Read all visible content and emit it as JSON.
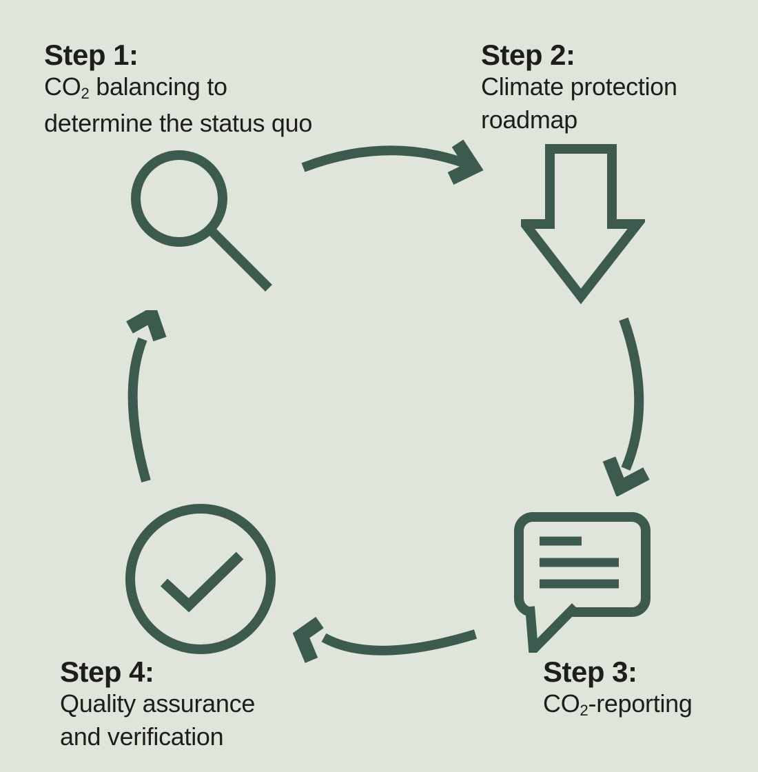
{
  "colors": {
    "background": "#dfe5da",
    "stroke": "#3c5a4d",
    "text": "#1d1d1b"
  },
  "diagram_type": "four-step-cycle",
  "steps": [
    {
      "heading": "Step 1:",
      "line1_prefix": "CO",
      "line1_sub": "2",
      "line1_rest": " balancing to",
      "line2": "determine the status quo",
      "icon": "magnifying-glass-icon"
    },
    {
      "heading": "Step 2:",
      "line1": "Climate protection",
      "line2": "roadmap",
      "icon": "block-arrow-down-icon"
    },
    {
      "heading": "Step 3:",
      "line1_prefix": "CO",
      "line1_sub": "2",
      "line1_rest": "-reporting",
      "icon": "speech-bubble-icon"
    },
    {
      "heading": "Step 4:",
      "line1": "Quality assurance",
      "line2": "and verification",
      "icon": "check-circle-icon"
    }
  ],
  "connectors": [
    {
      "from": "step-1",
      "to": "step-2",
      "direction": "right"
    },
    {
      "from": "step-2",
      "to": "step-3",
      "direction": "down"
    },
    {
      "from": "step-3",
      "to": "step-4",
      "direction": "left"
    },
    {
      "from": "step-4",
      "to": "step-1",
      "direction": "up"
    }
  ]
}
